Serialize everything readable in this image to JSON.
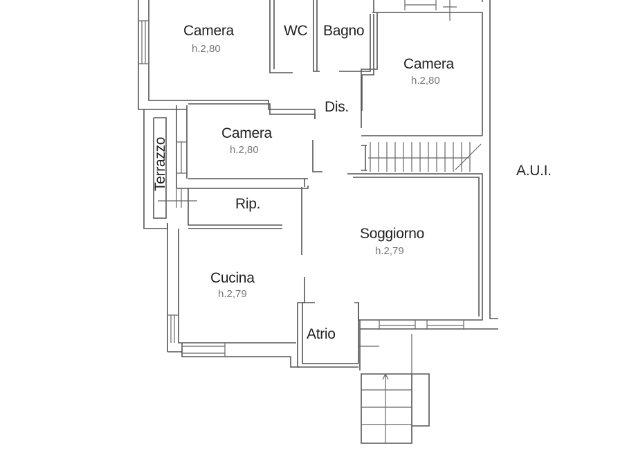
{
  "floor_plan": {
    "rooms": [
      {
        "id": "camera-1",
        "name": "Camera",
        "height": "h.2,80"
      },
      {
        "id": "wc",
        "name": "WC"
      },
      {
        "id": "bagno",
        "name": "Bagno"
      },
      {
        "id": "camera-2",
        "name": "Camera",
        "height": "h.2,80"
      },
      {
        "id": "disimpegno",
        "name": "Dis."
      },
      {
        "id": "camera-3",
        "name": "Camera",
        "height": "h.2,80"
      },
      {
        "id": "terrazzo",
        "name": "Terrazzo"
      },
      {
        "id": "ripostiglio",
        "name": "Rip."
      },
      {
        "id": "soggiorno",
        "name": "Soggiorno",
        "height": "h.2,79"
      },
      {
        "id": "cucina",
        "name": "Cucina",
        "height": "h.2,79"
      },
      {
        "id": "atrio",
        "name": "Atrio"
      }
    ],
    "adjacent_unit": {
      "name": "A.U.I."
    },
    "colors": {
      "wall": "#555555",
      "label": "#222222",
      "height_label": "#777777",
      "background": "#ffffff"
    }
  }
}
